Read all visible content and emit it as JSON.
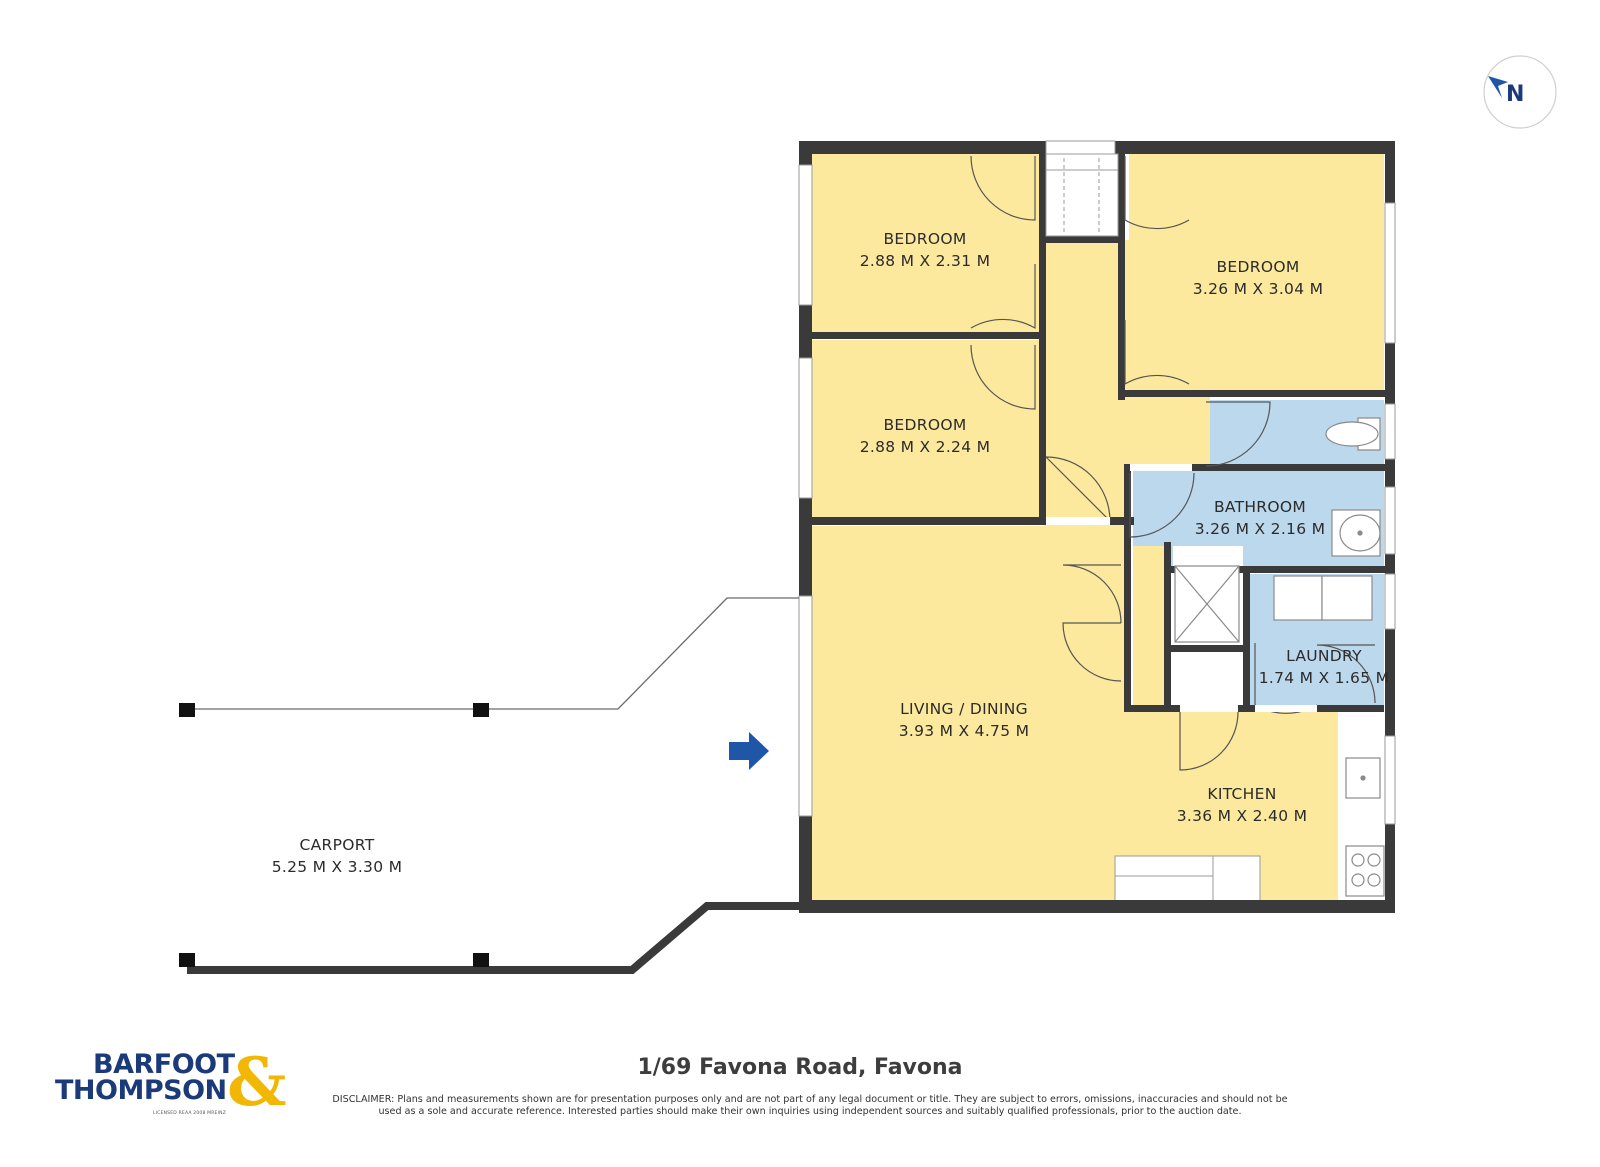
{
  "rooms": [
    {
      "name": "BEDROOM",
      "dims": "2.88 M X 2.31 M"
    },
    {
      "name": "BEDROOM",
      "dims": "3.26 M X 3.04 M"
    },
    {
      "name": "BEDROOM",
      "dims": "2.88 M X 2.24 M"
    },
    {
      "name": "BATHROOM",
      "dims": "3.26 M X 2.16 M"
    },
    {
      "name": "LAUNDRY",
      "dims": "1.74 M X 1.65 M"
    },
    {
      "name": "LIVING / DINING",
      "dims": "3.93 M X 4.75 M"
    },
    {
      "name": "KITCHEN",
      "dims": "3.36 M X 2.40 M"
    },
    {
      "name": "CARPORT",
      "dims": "5.25 M X 3.30 M"
    }
  ],
  "compass": {
    "label": "N"
  },
  "address": "1/69 Favona Road, Favona",
  "disclaimer": {
    "label": "DISCLAIMER:",
    "text": "Plans and measurements shown are for presentation purposes only and are not part of any legal document or title. They are subject to errors, omissions, inaccuracies and should not be used as a sole and accurate reference. Interested parties should make their own inquiries using independent sources and suitably qualified professionals, prior to the auction date."
  },
  "logo": {
    "line1": "BARFOOT",
    "line2": "THOMPSON",
    "ampersand": "&",
    "licence": "LICENSED REAA 2008 MREINZ"
  },
  "colors": {
    "wall": "#3a3a3a",
    "room_yellow": "#fde99d",
    "room_blue": "#bcd8ec",
    "accent_blue": "#1f56a8",
    "logo_navy": "#1b3a7a",
    "logo_gold": "#f2b705"
  }
}
